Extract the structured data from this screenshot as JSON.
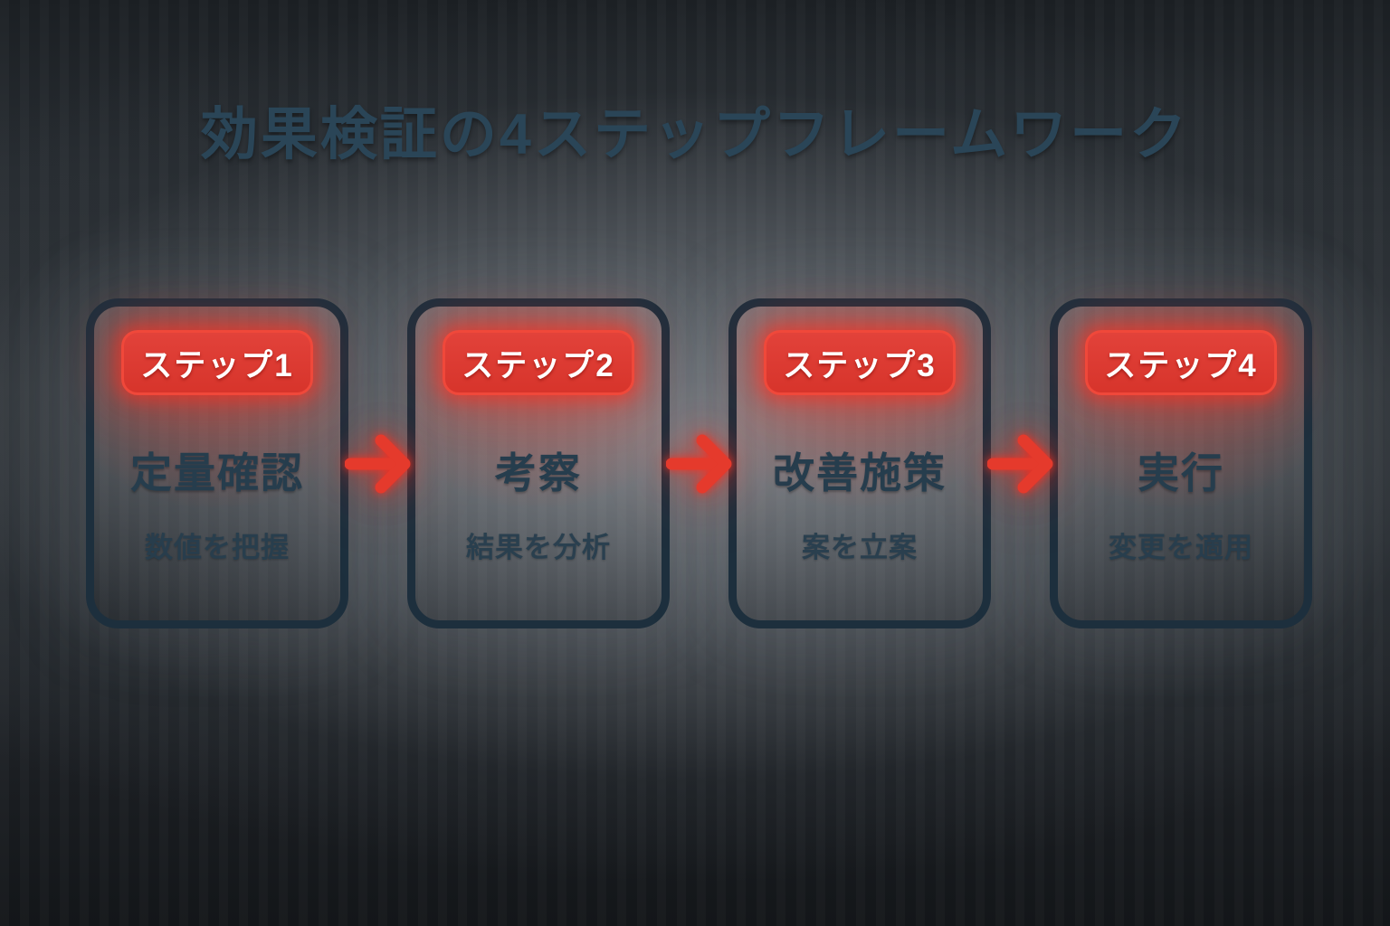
{
  "title": "効果検証の4ステップフレームワーク",
  "steps": [
    {
      "badge": "ステップ1",
      "title": "定量確認",
      "subtitle": "数値を把握"
    },
    {
      "badge": "ステップ2",
      "title": "考察",
      "subtitle": "結果を分析"
    },
    {
      "badge": "ステップ3",
      "title": "改善施策",
      "subtitle": "案を立案"
    },
    {
      "badge": "ステップ4",
      "title": "実行",
      "subtitle": "変更を適用"
    }
  ],
  "arrow_icon": {
    "name": "arrow-right-icon",
    "glyph": "→",
    "count": 3
  },
  "colors": {
    "background": "#131619",
    "background_highlight": "#60646a",
    "title_text": "#2a4557",
    "card_border": "#1d2f3d",
    "card_text": "#263d4d",
    "badge_background": "#d7342b",
    "badge_border": "#f0483a",
    "badge_text": "#ffffff",
    "arrow_red": "#e53a2c"
  }
}
